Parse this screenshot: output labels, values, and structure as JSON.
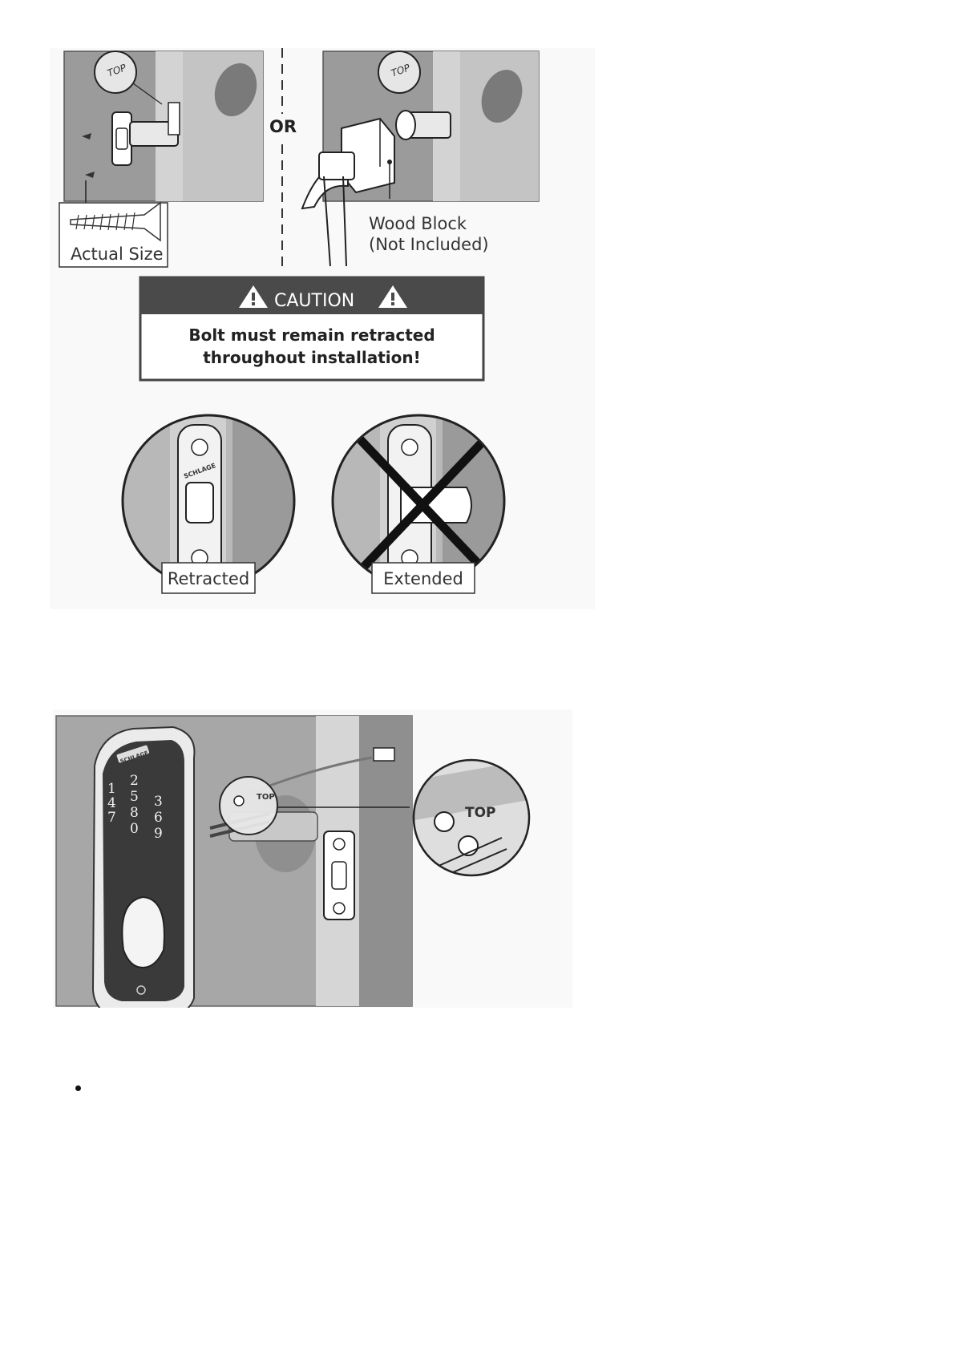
{
  "figure1": {
    "top_tags": [
      "TOP",
      "TOP"
    ],
    "divider_text": "OR",
    "screw_label": "Actual Size",
    "wood_block_label": [
      "Wood Block",
      "(Not Included)"
    ],
    "caution": {
      "title": "CAUTION",
      "lines": [
        "Bolt must remain retracted",
        "throughout installation!"
      ]
    },
    "states": [
      "Retracted",
      "Extended"
    ],
    "brand_mark": "SCHLAGE"
  },
  "figure2": {
    "keypad_brand": "SCHLAGE",
    "keypad_digits": [
      "1",
      "2",
      "3",
      "4",
      "5",
      "6",
      "7",
      "8",
      "9",
      "0"
    ],
    "top_tags": [
      "TOP",
      "TOP"
    ]
  },
  "list": {
    "bullet_items": [
      ""
    ]
  }
}
